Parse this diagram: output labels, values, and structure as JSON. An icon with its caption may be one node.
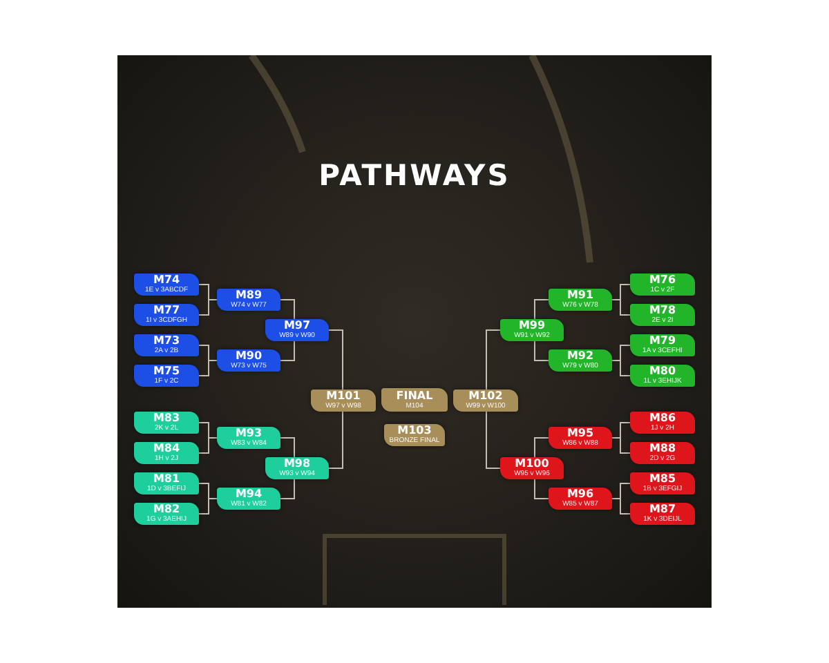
{
  "diagram": {
    "title": "PATHWAYS",
    "nodes": [
      {
        "text": [
          "M74",
          "1E v 3ABCDF"
        ]
      },
      {
        "text": [
          "M77",
          "1I v 3CDFGH"
        ]
      },
      {
        "text": [
          "M73",
          "2A v 2B"
        ]
      },
      {
        "text": [
          "M75",
          "1F v 2C"
        ]
      },
      {
        "text": [
          "M89",
          "W74 v W77"
        ]
      },
      {
        "text": [
          "M90",
          "W73 v W75"
        ]
      },
      {
        "text": [
          "M97",
          "W89 v W90"
        ]
      },
      {
        "text": [
          "M83",
          "2K v 2L"
        ]
      },
      {
        "text": [
          "M84",
          "1H v 2J"
        ]
      },
      {
        "text": [
          "M81",
          "1D v 3BEFIJ"
        ]
      },
      {
        "text": [
          "M82",
          "1G v 3AEHIJ"
        ]
      },
      {
        "text": [
          "M93",
          "W83 v W84"
        ]
      },
      {
        "text": [
          "M94",
          "W81 v W82"
        ]
      },
      {
        "text": [
          "M98",
          "W93 v W94"
        ]
      },
      {
        "text": [
          "M101",
          "W97 v W98"
        ]
      },
      {
        "text": [
          "FINAL",
          "M104"
        ]
      },
      {
        "text": [
          "M102",
          "W99 v W100"
        ]
      },
      {
        "text": [
          "M103",
          "BRONZE FINAL"
        ]
      },
      {
        "text": [
          "M99",
          "W91 v W92"
        ]
      },
      {
        "text": [
          "M91",
          "W76 v W78"
        ]
      },
      {
        "text": [
          "M92",
          "W79 v W80"
        ]
      },
      {
        "text": [
          "M76",
          "1C v 2F"
        ]
      },
      {
        "text": [
          "M78",
          "2E v 2I"
        ]
      },
      {
        "text": [
          "M79",
          "1A v 3CEFHI"
        ]
      },
      {
        "text": [
          "M80",
          "1L v 3EHIJK"
        ]
      },
      {
        "text": [
          "M100",
          "W95 v W96"
        ]
      },
      {
        "text": [
          "M95",
          "W86 v W88"
        ]
      },
      {
        "text": [
          "M96",
          "W85 v W87"
        ]
      },
      {
        "text": [
          "M86",
          "1J v 2H"
        ]
      },
      {
        "text": [
          "M88",
          "2D v 2G"
        ]
      },
      {
        "text": [
          "M85",
          "1B v 3EFGIJ"
        ]
      },
      {
        "text": [
          "M87",
          "1K v 3DEIJL"
        ]
      }
    ],
    "edges": [
      {
        "from": 0,
        "to": 4,
        "arrow": "none"
      },
      {
        "from": 1,
        "to": 4,
        "arrow": "none"
      },
      {
        "from": 2,
        "to": 5,
        "arrow": "none"
      },
      {
        "from": 3,
        "to": 5,
        "arrow": "none"
      },
      {
        "from": 4,
        "to": 6,
        "arrow": "none"
      },
      {
        "from": 5,
        "to": 6,
        "arrow": "none"
      },
      {
        "from": 6,
        "to": 14,
        "arrow": "none"
      },
      {
        "from": 7,
        "to": 11,
        "arrow": "none"
      },
      {
        "from": 8,
        "to": 11,
        "arrow": "none"
      },
      {
        "from": 9,
        "to": 12,
        "arrow": "none"
      },
      {
        "from": 10,
        "to": 12,
        "arrow": "none"
      },
      {
        "from": 11,
        "to": 13,
        "arrow": "none"
      },
      {
        "from": 12,
        "to": 13,
        "arrow": "none"
      },
      {
        "from": 13,
        "to": 14,
        "arrow": "none"
      },
      {
        "from": 21,
        "to": 19,
        "arrow": "none"
      },
      {
        "from": 22,
        "to": 19,
        "arrow": "none"
      },
      {
        "from": 23,
        "to": 20,
        "arrow": "none"
      },
      {
        "from": 24,
        "to": 20,
        "arrow": "none"
      },
      {
        "from": 19,
        "to": 18,
        "arrow": "none"
      },
      {
        "from": 20,
        "to": 18,
        "arrow": "none"
      },
      {
        "from": 18,
        "to": 16,
        "arrow": "none"
      },
      {
        "from": 28,
        "to": 26,
        "arrow": "none"
      },
      {
        "from": 29,
        "to": 26,
        "arrow": "none"
      },
      {
        "from": 30,
        "to": 27,
        "arrow": "none"
      },
      {
        "from": 31,
        "to": 27,
        "arrow": "none"
      },
      {
        "from": 26,
        "to": 25,
        "arrow": "none"
      },
      {
        "from": 27,
        "to": 25,
        "arrow": "none"
      },
      {
        "from": 25,
        "to": 16,
        "arrow": "none"
      }
    ]
  }
}
